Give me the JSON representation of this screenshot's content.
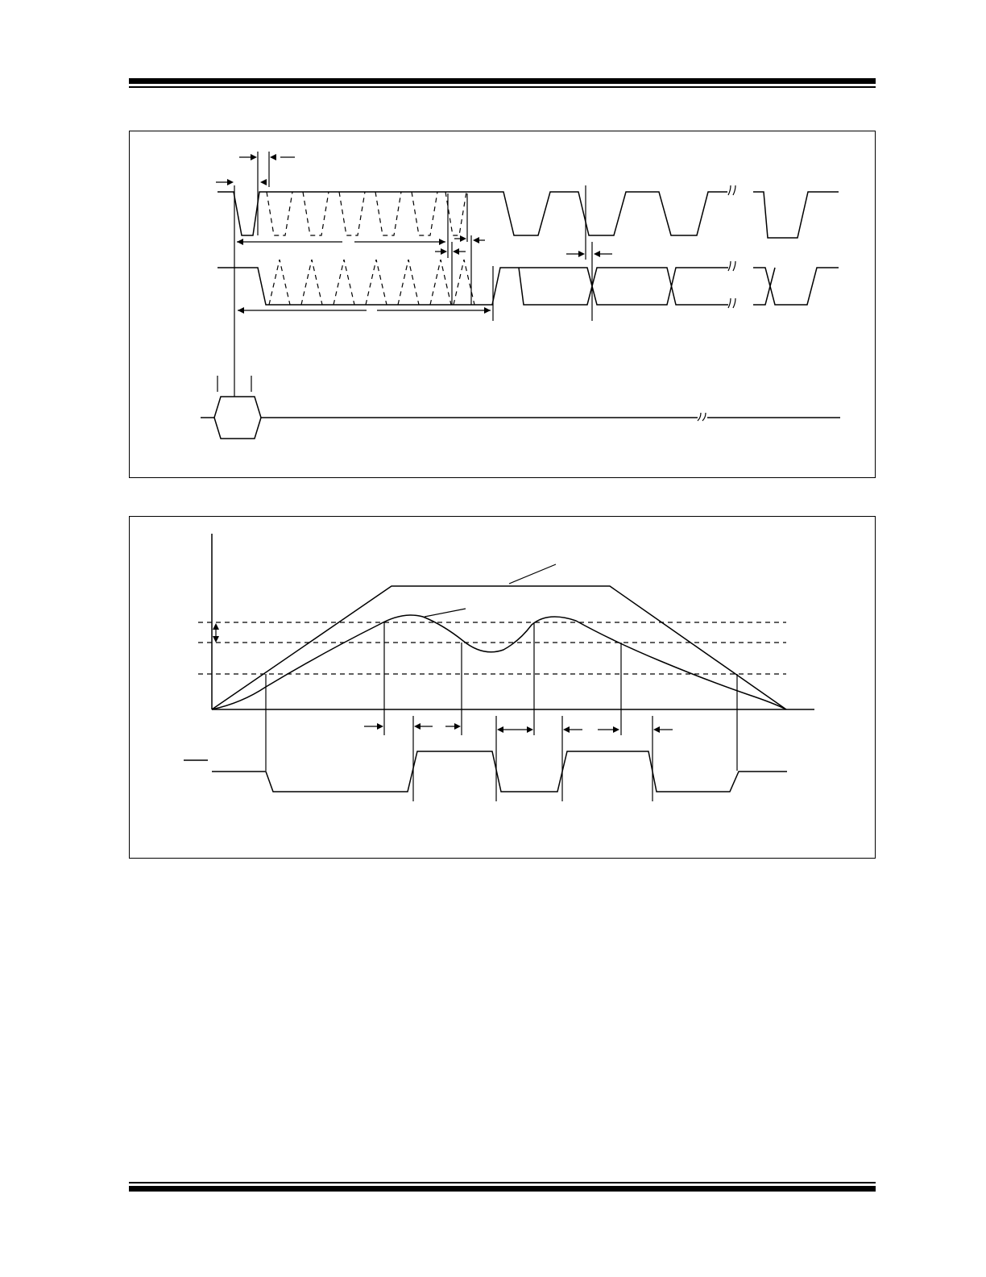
{
  "page": {
    "header_rules": "double-rule",
    "footer_rules": "double-rule"
  },
  "figure1": {
    "kind": "timing-diagram",
    "signals": 3,
    "break_marks": "≈"
  },
  "figure2": {
    "kind": "analog-threshold-diagram",
    "threshold_lines": 3
  },
  "colors": {
    "ink": "#000000",
    "paper": "#ffffff"
  }
}
